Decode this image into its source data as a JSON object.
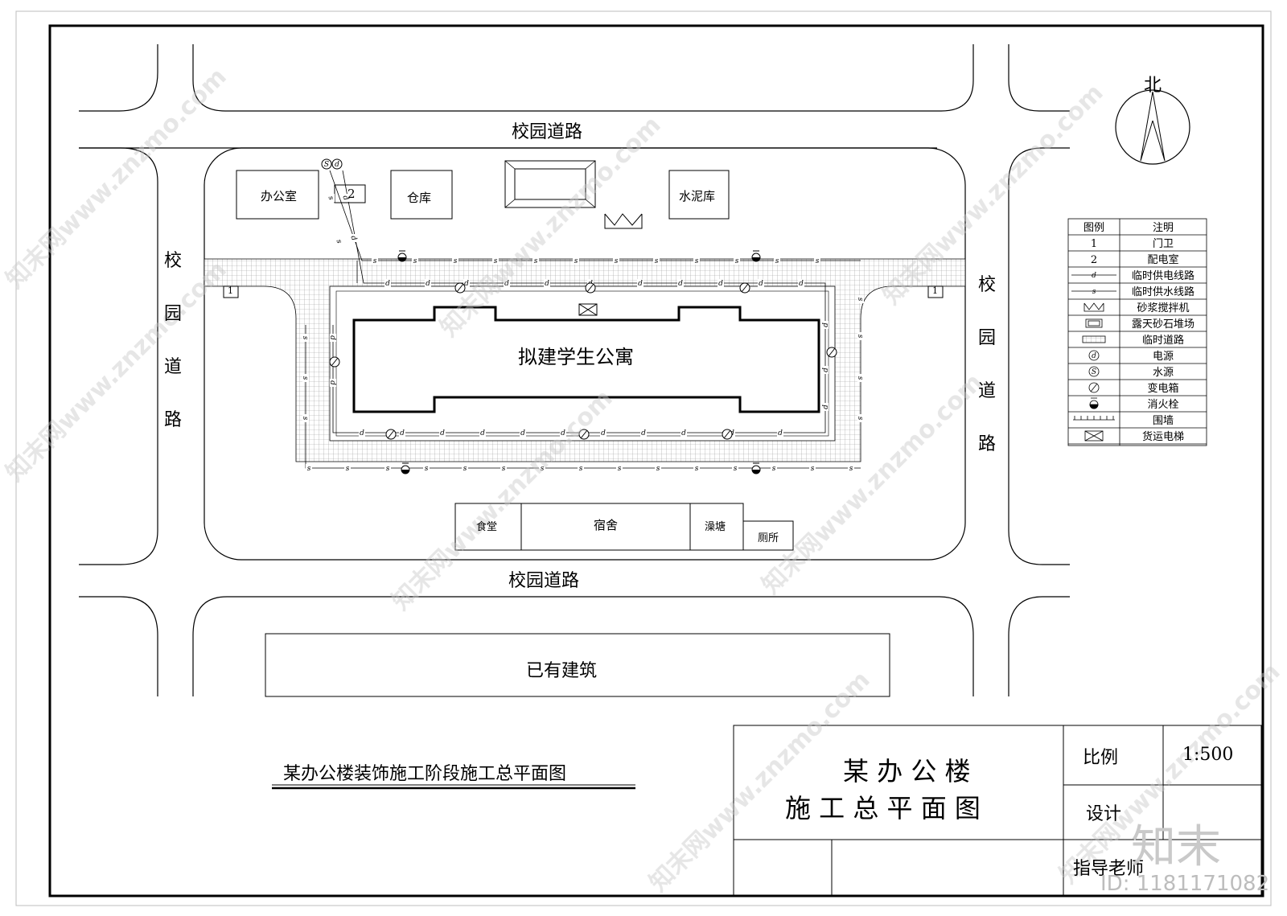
{
  "roads": {
    "top": "校园道路",
    "bottom": "校园道路",
    "left": [
      "校",
      "园",
      "道",
      "路"
    ],
    "right": [
      "校",
      "园",
      "道",
      "路"
    ]
  },
  "north": "北",
  "buildings": {
    "office": "办公室",
    "power_room_no": "2",
    "warehouse": "仓库",
    "cement_store": "水泥库",
    "main_building": "拟建学生公寓",
    "canteen": "食堂",
    "dormitory": "宿舍",
    "bathhouse": "澡塘",
    "toilet": "厕所",
    "existing": "已有建筑",
    "gate_no": "1"
  },
  "line_marks": {
    "electric": "d",
    "water": "s"
  },
  "legend": {
    "header_symbol": "图例",
    "header_note": "注明",
    "rows": [
      {
        "symbol": "1",
        "icon": "gate-number",
        "note": "门卫"
      },
      {
        "symbol": "2",
        "icon": "room-number",
        "note": "配电室"
      },
      {
        "symbol": "d",
        "icon": "electric-line",
        "note": "临时供电线路"
      },
      {
        "symbol": "s",
        "icon": "water-line",
        "note": "临时供水线路"
      },
      {
        "symbol": "",
        "icon": "mortar-mixer",
        "note": "砂浆搅拌机"
      },
      {
        "symbol": "",
        "icon": "sand-yard",
        "note": "露天砂石堆场"
      },
      {
        "symbol": "",
        "icon": "temp-road",
        "note": "临时道路"
      },
      {
        "symbol": "d",
        "icon": "power-source",
        "note": "电源"
      },
      {
        "symbol": "S",
        "icon": "water-source",
        "note": "水源"
      },
      {
        "symbol": "",
        "icon": "transformer-box",
        "note": "变电箱"
      },
      {
        "symbol": "",
        "icon": "fire-hydrant",
        "note": "消火栓"
      },
      {
        "symbol": "",
        "icon": "fence",
        "note": "围墙"
      },
      {
        "symbol": "",
        "icon": "freight-elevator",
        "note": "货运电梯"
      }
    ]
  },
  "drawing_title": "某办公楼装饰施工阶段施工总平面图",
  "title_block": {
    "project_line1": "某 办 公 楼",
    "project_line2": "施 工 总 平 面 图",
    "scale_label": "比例",
    "scale_value": "1:500",
    "design_label": "设计",
    "design_value": "",
    "advisor_label": "指导老师",
    "advisor_value": ""
  },
  "watermark": {
    "brand": "知末",
    "id": "ID: 1181171082",
    "site": "知末网www.znzmo.com"
  },
  "colors": {
    "line": "#000000",
    "paper": "#ffffff",
    "watermark": "#c8c8c8"
  }
}
